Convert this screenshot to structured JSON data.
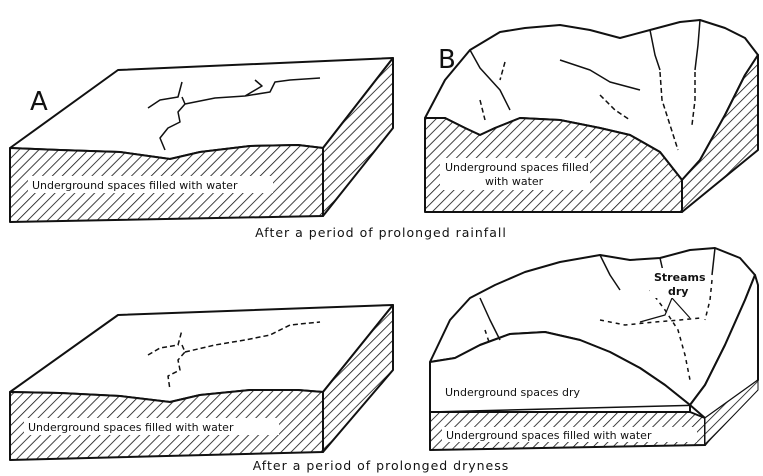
{
  "panel_a_label": "A",
  "panel_b_label": "B",
  "a_top_label": "Underground spaces filled with water",
  "b_top_label_line1": "Underground spaces filled",
  "b_top_label_line2": "with water",
  "caption_rainfall": "After a period of prolonged rainfall",
  "a_bottom_label": "Underground spaces filled with water",
  "streams_dry_line1": "Streams",
  "streams_dry_line2": "dry",
  "underground_dry_label": "Underground spaces dry",
  "b_bottom_label": "Underground spaces filled with water",
  "caption_dryness": "After a period of prolonged dryness"
}
